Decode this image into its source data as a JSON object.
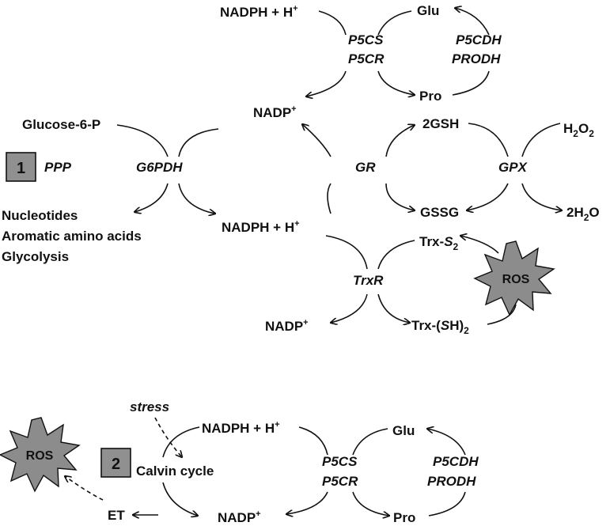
{
  "panel1": {
    "box_number": "1",
    "ppp": "PPP",
    "proline_cycle": {
      "nadph": "NADPH + H",
      "nadph_sup": "+",
      "glu": "Glu",
      "enzyme_a1": "P5CS",
      "enzyme_a2": "P5CR",
      "enzyme_b1": "P5CDH",
      "enzyme_b2": "PRODH",
      "pro": "Pro",
      "nadp": "NADP",
      "nadp_sup": "+"
    },
    "ppp_cycle": {
      "glucose": "Glucose-6-P",
      "enzyme": "G6PDH",
      "nucleotides": "Nucleotides",
      "aromatic": "Aromatic amino acids",
      "glycolysis": "Glycolysis",
      "nadph": "NADPH + H",
      "nadph_sup": "+"
    },
    "glutathione": {
      "gsh": "2GSH",
      "gr": "GR",
      "gssg": "GSSG",
      "gpx": "GPX",
      "h2o2_base": "H",
      "h2o2_sub": "2",
      "h2o2_mid": "O",
      "h2o2_sub2": "2",
      "h2o_pre": "2H",
      "h2o_sub": "2",
      "h2o_post": "O"
    },
    "thioredoxin": {
      "trxs2_base": "Trx-",
      "trxs2_s": "S",
      "trxs2_sub": "2",
      "trxr": "TrxR",
      "ros": "ROS",
      "nadp": "NADP",
      "nadp_sup": "+",
      "trxsh_pre": "Trx-(",
      "trxsh_s": "S",
      "trxsh_post": "H)",
      "trxsh_sub": "2"
    }
  },
  "panel2": {
    "box_number": "2",
    "stress": "stress",
    "nadph": "NADPH + H",
    "nadph_sup": "+",
    "calvin": "Calvin cycle",
    "ros": "ROS",
    "et": "ET",
    "nadp": "NADP",
    "nadp_sup": "+",
    "enzyme_a1": "P5CS",
    "enzyme_a2": "P5CR",
    "glu": "Glu",
    "enzyme_b1": "P5CDH",
    "enzyme_b2": "PRODH",
    "pro": "Pro"
  },
  "colors": {
    "box_fill": "#909090",
    "ros_fill": "#8c8c8c",
    "ink": "#111111"
  }
}
